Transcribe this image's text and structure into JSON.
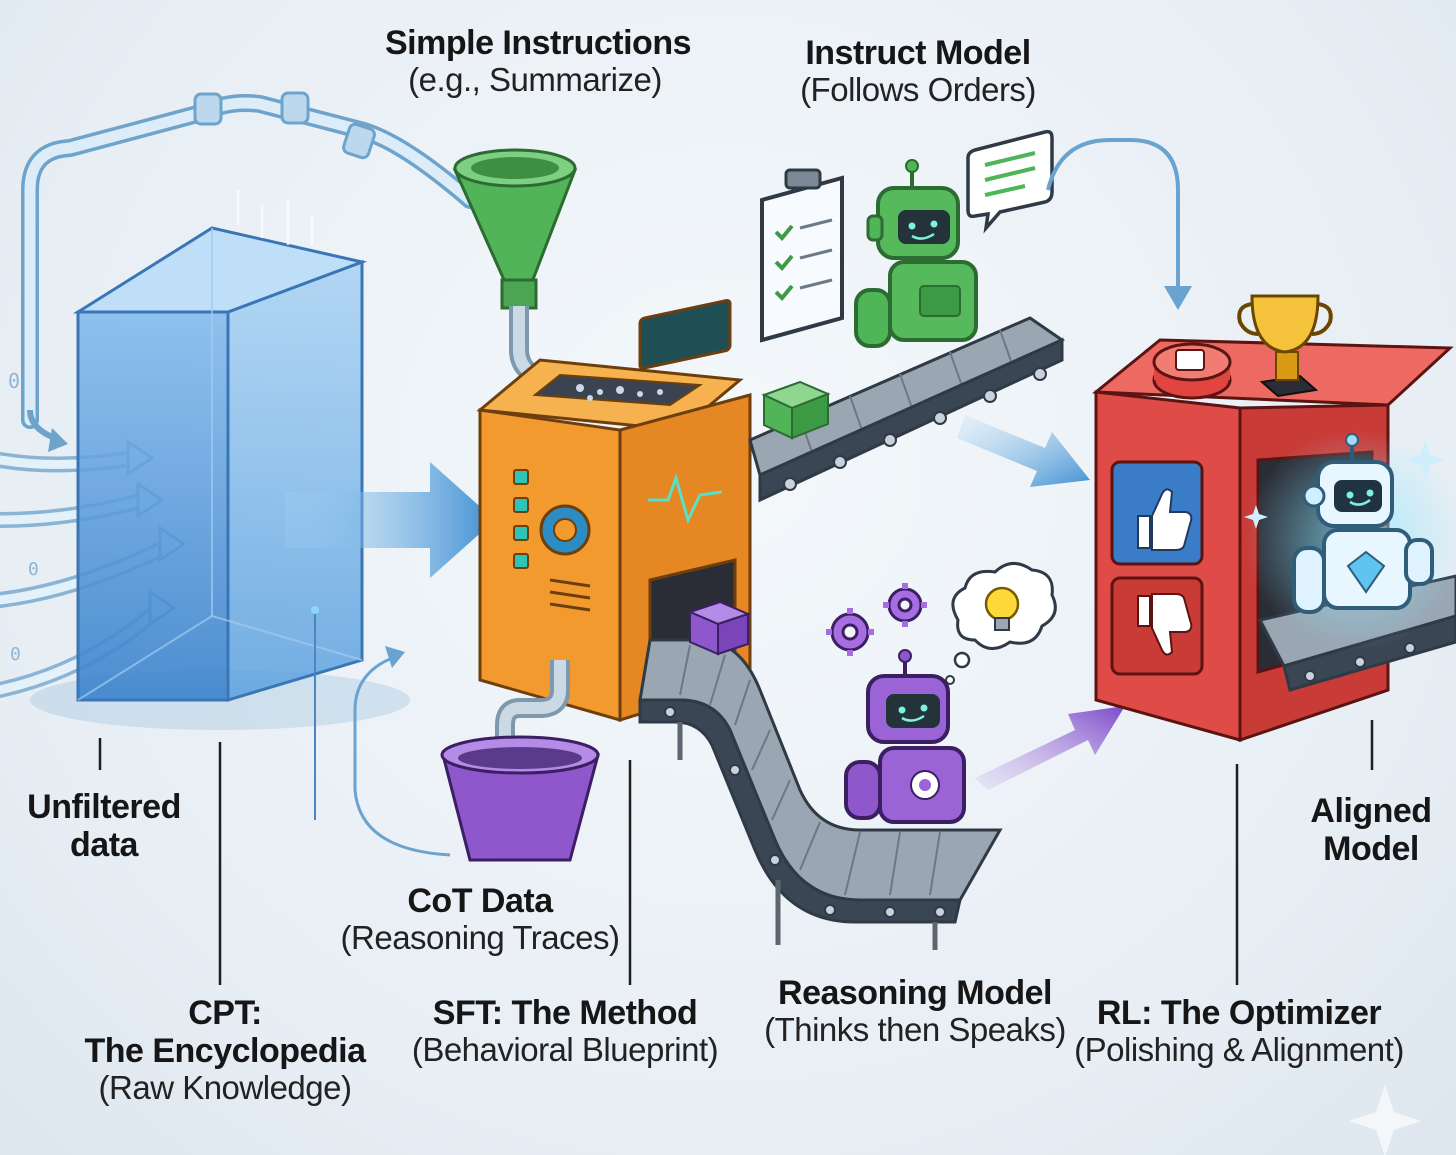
{
  "labels": {
    "simple_instructions": {
      "title": "Simple Instructions",
      "subtitle": "(e.g., Summarize)"
    },
    "instruct_model": {
      "title": "Instruct Model",
      "subtitle": "(Follows Orders)"
    },
    "unfiltered_data": {
      "line1": "Unfiltered",
      "line2": "data"
    },
    "aligned_model": {
      "line1": "Aligned",
      "line2": "Model"
    },
    "cot_data": {
      "title": "CoT Data",
      "subtitle": "(Reasoning Traces)"
    },
    "cpt": {
      "line1": "CPT:",
      "line2": "The Encyclopedia",
      "subtitle": "(Raw Knowledge)"
    },
    "sft": {
      "title": "SFT: The Method",
      "subtitle": "(Behavioral Blueprint)"
    },
    "reasoning_model": {
      "title": "Reasoning Model",
      "subtitle": "(Thinks then Speaks)"
    },
    "rl": {
      "title": "RL: The Optimizer",
      "subtitle": "(Polishing & Alignment)"
    }
  },
  "colors": {
    "data_cube": "#4f95d6",
    "sft_machine": "#f0962f",
    "rl_machine": "#de4b47",
    "green_funnel": "#4fb556",
    "purple_bucket": "#8b56c9",
    "arrow_blue": "#5b9fd6",
    "arrow_purple": "#8a5bd0"
  },
  "icons": [
    "trophy-icon",
    "thumbs-up-icon",
    "thumbs-down-icon",
    "lightbulb-icon",
    "gear-icon",
    "clipboard-checklist-icon",
    "speech-bubble-icon",
    "sparkle-icon"
  ]
}
